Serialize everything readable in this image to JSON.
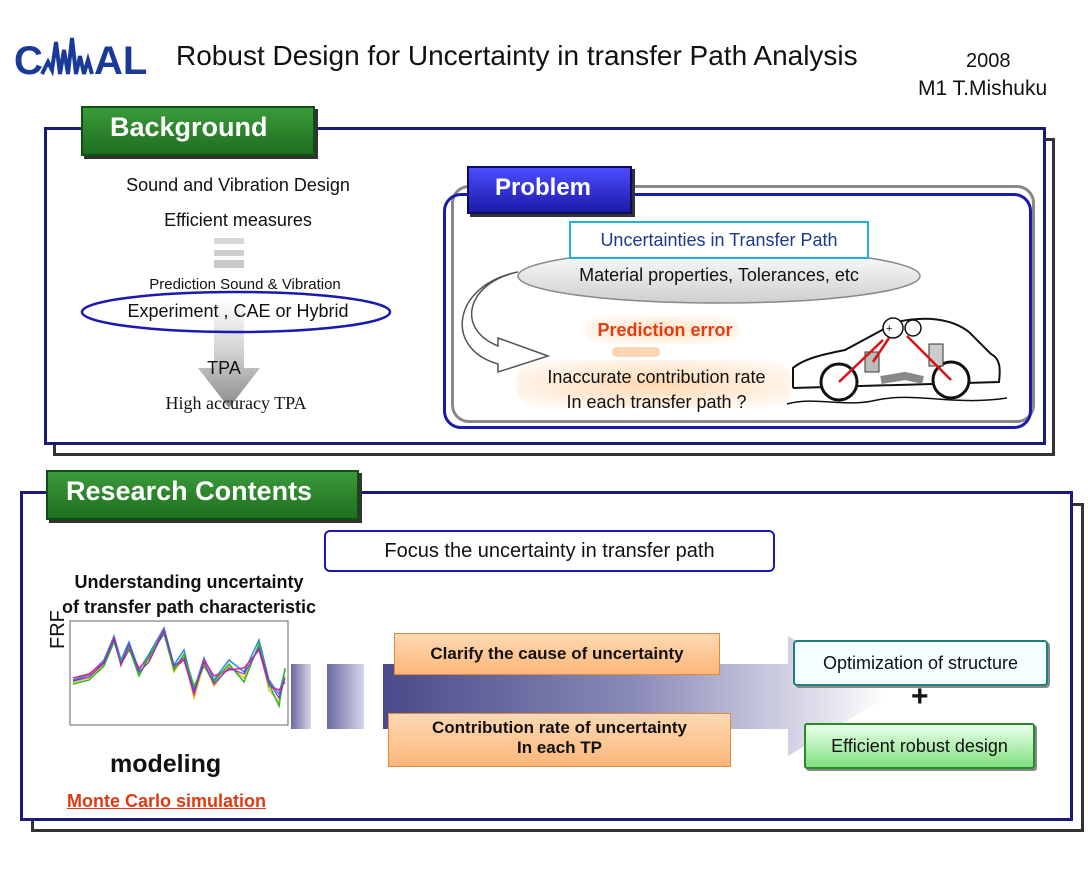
{
  "header": {
    "logo_text": "CAMAL",
    "title": "Robust Design for Uncertainty in transfer Path Analysis",
    "year": "2008",
    "author": "M1 T.Mishuku"
  },
  "background": {
    "tab_label": "Background",
    "line1": "Sound and Vibration Design",
    "line2": "Efficient measures",
    "prediction_label": "Prediction Sound & Vibration",
    "methods": "Experiment , CAE or Hybrid",
    "tpa": "TPA",
    "high_accuracy": "High accuracy TPA"
  },
  "problem": {
    "tab_label": "Problem",
    "uncertainties": "Uncertainties in Transfer Path",
    "materials": "Material properties, Tolerances, etc",
    "prediction_error": "Prediction error",
    "inaccurate_line1": "Inaccurate contribution rate",
    "inaccurate_line2": "In each transfer path ?"
  },
  "research": {
    "tab_label": "Research Contents",
    "focus": "Focus the uncertainty in transfer path",
    "understanding_line1": "Understanding uncertainty",
    "understanding_line2": "of transfer path characteristic",
    "frf_label": "FRF",
    "modeling": "modeling",
    "monte_carlo": "Monte Carlo simulation",
    "clarify": "Clarify the cause of uncertainty",
    "contribution_line1": "Contribution rate of uncertainty",
    "contribution_line2": "In each TP",
    "optimization": "Optimization of structure",
    "plus": "+",
    "efficient_robust": "Efficient robust design"
  },
  "colors": {
    "green_tab": "#2a8a2a",
    "blue_tab": "#2a2ad0",
    "frame_blue": "#1a1a7a",
    "prediction_error": "#e83a10",
    "monte_carlo": "#e03a10"
  }
}
